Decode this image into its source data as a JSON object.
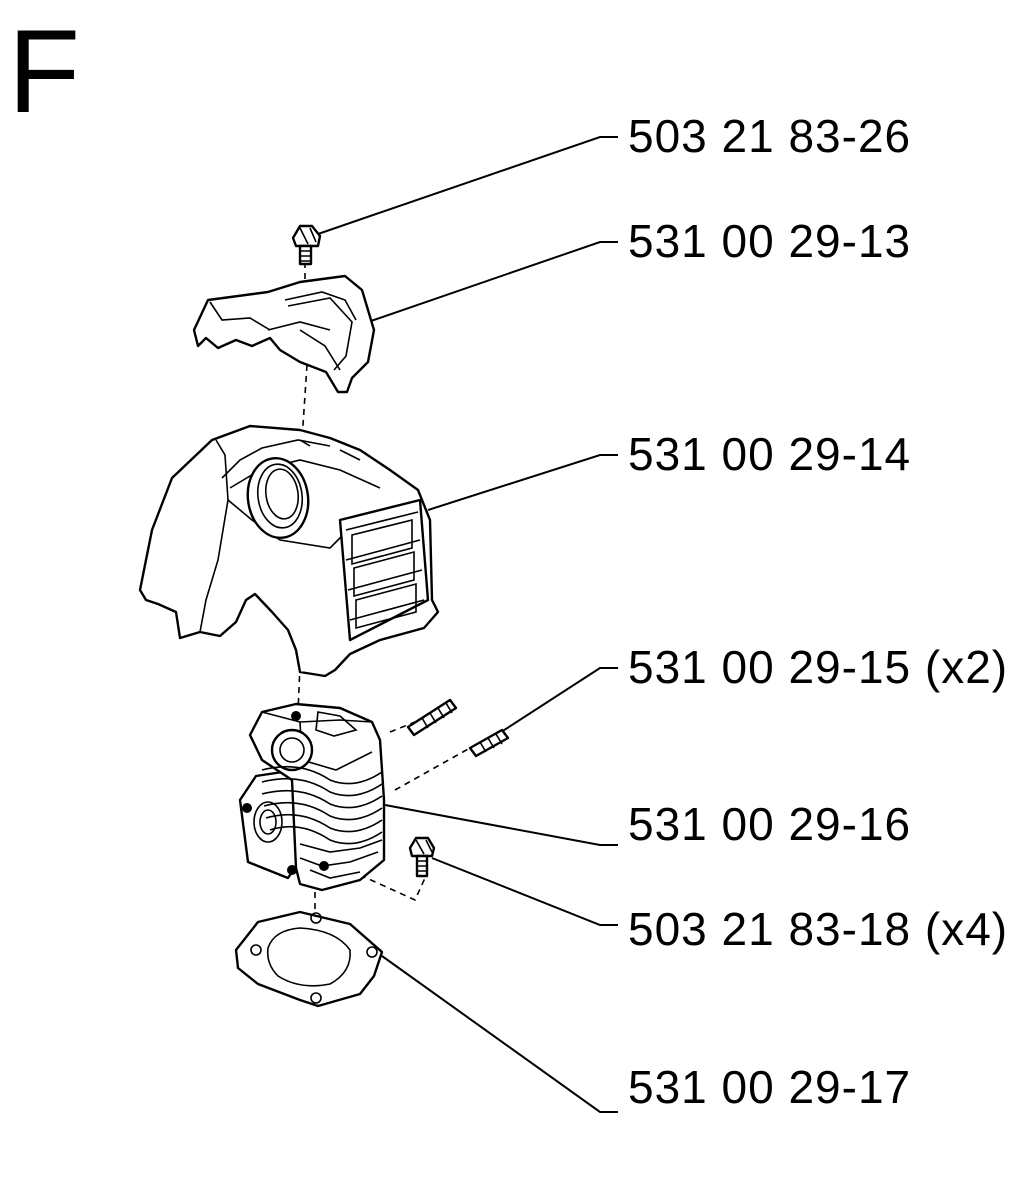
{
  "section_letter": "F",
  "parts": [
    {
      "id": "screw-top",
      "number": "503 21 83-26"
    },
    {
      "id": "top-cap",
      "number": "531 00 29-13"
    },
    {
      "id": "cylinder-cover",
      "number": "531 00 29-14"
    },
    {
      "id": "stud",
      "number": "531 00 29-15 (x2)"
    },
    {
      "id": "cylinder",
      "number": "531 00 29-16"
    },
    {
      "id": "screw-bottom",
      "number": "503 21 83-18 (x4)"
    },
    {
      "id": "gasket",
      "number": "531 00 29-17"
    }
  ]
}
